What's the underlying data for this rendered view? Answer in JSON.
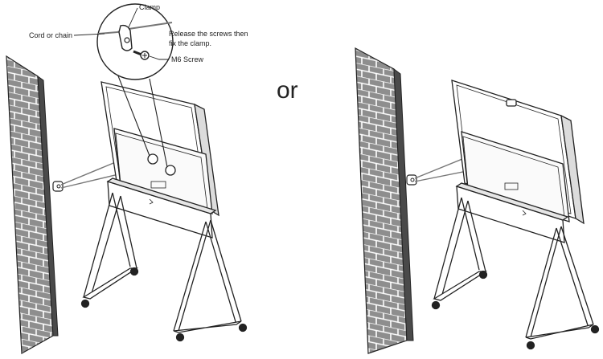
{
  "labels": {
    "clamp": "Clamp",
    "cord_or_chain": "Cord or chain",
    "release_line1": "Release the screws then",
    "release_line2": "fix the clamp.",
    "m6_screw": "M6 Screw",
    "or": "or"
  },
  "colors": {
    "wall_fill": "#8e8e8e",
    "brick_line": "#ffffff",
    "stroke": "#222222",
    "cord": "#777777"
  }
}
